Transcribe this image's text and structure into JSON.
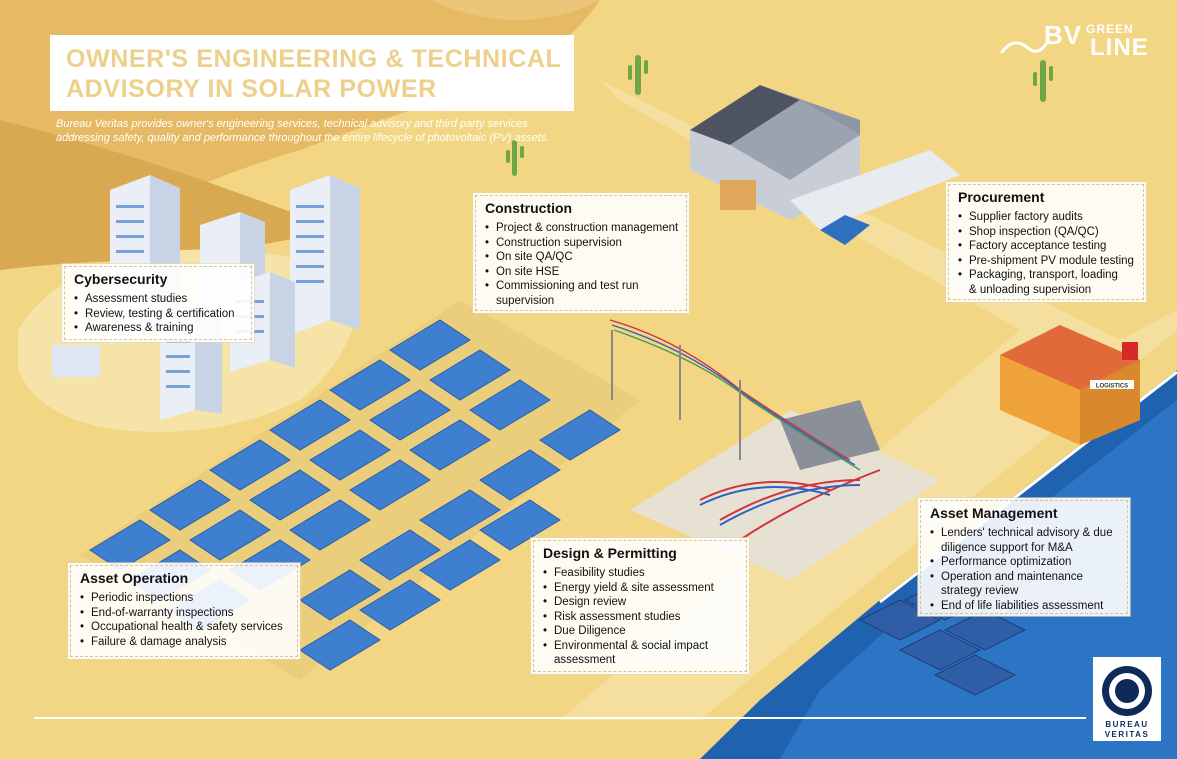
{
  "header": {
    "title_line1": "OWNER'S ENGINEERING & TECHNICAL",
    "title_line2": "ADVISORY IN SOLAR POWER",
    "subtitle_line1": "Bureau Veritas provides owner's engineering services, technical advisory and third party services",
    "subtitle_line2": "addressing safety, quality and performance throughout the entire lifecycle of photovoltaic (PV) assets."
  },
  "brand": {
    "bv": "BV",
    "green": "GREEN",
    "line": "LINE",
    "seal_top": "BUREAU",
    "seal_bottom": "VERITAS"
  },
  "cards": {
    "cybersecurity": {
      "title": "Cybersecurity",
      "items": [
        "Assessment studies",
        "Review, testing & certification",
        "Awareness & training"
      ]
    },
    "construction": {
      "title": "Construction",
      "items": [
        "Project & construction management",
        "Construction supervision",
        "On site QA/QC",
        "On site HSE",
        "Commissioning and test run",
        "supervision"
      ]
    },
    "procurement": {
      "title": "Procurement",
      "items": [
        "Supplier factory audits",
        "Shop inspection (QA/QC)",
        "Factory acceptance testing",
        "Pre-shipment PV module testing",
        "Packaging, transport, loading",
        "& unloading supervision"
      ]
    },
    "asset_operation": {
      "title": "Asset Operation",
      "items": [
        "Periodic inspections",
        "End-of-warranty inspections",
        "Occupational health & safety services",
        "Failure & damage analysis"
      ]
    },
    "design_permitting": {
      "title": "Design & Permitting",
      "items": [
        "Feasibility studies",
        "Energy yield & site assessment",
        "Design review",
        "Risk assessment studies",
        "Due Diligence",
        "Environmental & social impact",
        "assessment"
      ]
    },
    "asset_management": {
      "title": "Asset Management",
      "items": [
        "Lenders' technical advisory & due",
        "diligence support for M&A",
        "Performance optimization",
        "Operation and maintenance",
        "strategy review",
        "End of life liabilities assessment"
      ]
    }
  },
  "warehouse_sign": "LOGISTICS",
  "colors": {
    "sand": "#f2d684",
    "dune": "#e8c16a",
    "sea": "#1f62b0",
    "panel": "#3f7fd0",
    "title_text": "#ecd08c"
  }
}
